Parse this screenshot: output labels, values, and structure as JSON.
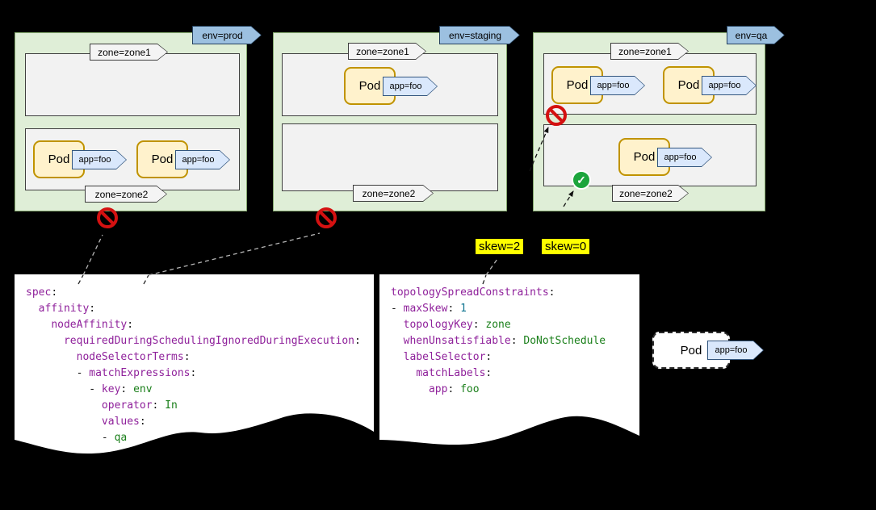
{
  "clusters": [
    {
      "env_label": "env=prod",
      "status_icon": "no-entry",
      "zones": [
        {
          "label": "zone=zone1",
          "pods": []
        },
        {
          "label": "zone=zone2",
          "pods": [
            {
              "label": "Pod",
              "tag": "app=foo"
            },
            {
              "label": "Pod",
              "tag": "app=foo"
            }
          ]
        }
      ]
    },
    {
      "env_label": "env=staging",
      "status_icon": "no-entry",
      "zones": [
        {
          "label": "zone=zone1",
          "pods": [
            {
              "label": "Pod",
              "tag": "app=foo"
            }
          ]
        },
        {
          "label": "zone=zone2",
          "pods": []
        }
      ]
    },
    {
      "env_label": "env=qa",
      "zone_status_icons": [
        {
          "zone": "zone=zone1",
          "icon": "no-entry"
        },
        {
          "zone": "zone=zone2",
          "icon": "check"
        }
      ],
      "zones": [
        {
          "label": "zone=zone1",
          "pods": [
            {
              "label": "Pod",
              "tag": "app=foo"
            },
            {
              "label": "Pod",
              "tag": "app=foo"
            }
          ]
        },
        {
          "label": "zone=zone2",
          "pods": [
            {
              "label": "Pod",
              "tag": "app=foo"
            }
          ]
        }
      ]
    }
  ],
  "skew_labels": [
    {
      "text": "skew=2"
    },
    {
      "text": "skew=0"
    }
  ],
  "incoming_pod": {
    "label": "Pod",
    "tag": "app=foo"
  },
  "code_snippets": [
    {
      "name": "node-affinity-yaml",
      "lines": [
        [
          [
            "key",
            "spec"
          ],
          [
            "punct",
            ":"
          ]
        ],
        [
          [
            "punct",
            "  "
          ],
          [
            "key",
            "affinity"
          ],
          [
            "punct",
            ":"
          ]
        ],
        [
          [
            "punct",
            "    "
          ],
          [
            "key",
            "nodeAffinity"
          ],
          [
            "punct",
            ":"
          ]
        ],
        [
          [
            "punct",
            "      "
          ],
          [
            "key",
            "requiredDuringSchedulingIgnoredDuringExecution"
          ],
          [
            "punct",
            ":"
          ]
        ],
        [
          [
            "punct",
            "        "
          ],
          [
            "key",
            "nodeSelectorTerms"
          ],
          [
            "punct",
            ":"
          ]
        ],
        [
          [
            "punct",
            "        - "
          ],
          [
            "key",
            "matchExpressions"
          ],
          [
            "punct",
            ":"
          ]
        ],
        [
          [
            "punct",
            "          - "
          ],
          [
            "key",
            "key"
          ],
          [
            "punct",
            ": "
          ],
          [
            "val",
            "env"
          ]
        ],
        [
          [
            "punct",
            "            "
          ],
          [
            "key",
            "operator"
          ],
          [
            "punct",
            ": "
          ],
          [
            "val",
            "In"
          ]
        ],
        [
          [
            "punct",
            "            "
          ],
          [
            "key",
            "values"
          ],
          [
            "punct",
            ":"
          ]
        ],
        [
          [
            "punct",
            "            - "
          ],
          [
            "val",
            "qa"
          ]
        ]
      ]
    },
    {
      "name": "topology-spread-yaml",
      "lines": [
        [
          [
            "key",
            "topologySpreadConstraints"
          ],
          [
            "punct",
            ":"
          ]
        ],
        [
          [
            "punct",
            "- "
          ],
          [
            "key",
            "maxSkew"
          ],
          [
            "punct",
            ": "
          ],
          [
            "num",
            "1"
          ]
        ],
        [
          [
            "punct",
            "  "
          ],
          [
            "key",
            "topologyKey"
          ],
          [
            "punct",
            ": "
          ],
          [
            "val",
            "zone"
          ]
        ],
        [
          [
            "punct",
            "  "
          ],
          [
            "key",
            "whenUnsatisfiable"
          ],
          [
            "punct",
            ": "
          ],
          [
            "val",
            "DoNotSchedule"
          ]
        ],
        [
          [
            "punct",
            "  "
          ],
          [
            "key",
            "labelSelector"
          ],
          [
            "punct",
            ":"
          ]
        ],
        [
          [
            "punct",
            "    "
          ],
          [
            "key",
            "matchLabels"
          ],
          [
            "punct",
            ":"
          ]
        ],
        [
          [
            "punct",
            "      "
          ],
          [
            "key",
            "app"
          ],
          [
            "punct",
            ": "
          ],
          [
            "val",
            "foo"
          ]
        ]
      ]
    }
  ],
  "colors": {
    "cluster_fill": "#dfeed7",
    "zone_fill": "#f2f2f2",
    "pod_fill": "#fff2cc",
    "pod_border": "#c09300",
    "tag_fill": "#dae8fc",
    "env_flag_fill": "#9cc0e0",
    "highlight_yellow": "#ffff00",
    "no_entry_red": "#d41111",
    "check_green": "#1ca53c",
    "code_key": "#8f219b",
    "code_value": "#1a7f1a",
    "code_number": "#0e7490"
  }
}
